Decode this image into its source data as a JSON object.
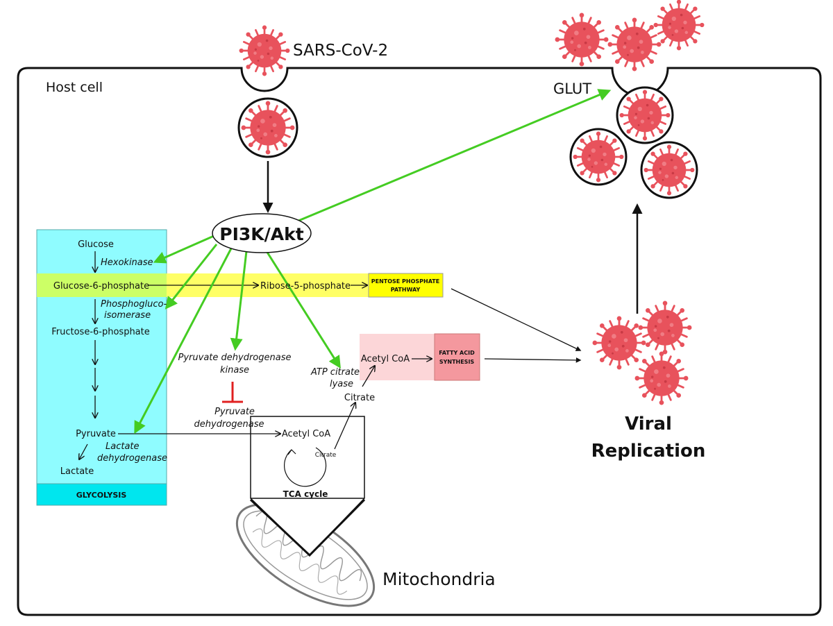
{
  "labels": {
    "sars": "SARS-CoV-2",
    "host_cell": "Host cell",
    "glut": "GLUT",
    "pi3k": "PI3K/Akt",
    "viral1": "Viral",
    "viral2": "Replication",
    "mitochondria": "Mitochondria",
    "glucose": "Glucose",
    "hexokinase": "Hexokinase",
    "g6p": "Glucose-6-phosphate",
    "r5p": "Ribose-5-phosphate",
    "ppp1": "PENTOSE PHOSPHATE",
    "ppp2": "PATHWAY",
    "pgi1": "Phosphogluco-",
    "pgi2": "isomerase",
    "f6p": "Fructose-6-phosphate",
    "pdk1": "Pyruvate dehydrogenase",
    "pdk2": "kinase",
    "pdh1": "Pyruvate",
    "pdh2": "dehydrogenase",
    "pyruvate": "Pyruvate",
    "ldh1": "Lactate",
    "ldh2": "dehydrogenase",
    "lactate": "Lactate",
    "glycolysis": "GLYCOLYSIS",
    "acetyl_coa_mito": "Acetyl CoA",
    "citrate_small": "Citrate",
    "tca": "TCA cycle",
    "citrate": "Citrate",
    "acl1": "ATP citrate",
    "acl2": "lyase",
    "acetyl_coa": "Acetyl CoA",
    "fas1": "FATTY ACID",
    "fas2": "SYNTHESIS"
  },
  "colors": {
    "virus": "#e8525c",
    "green_arrow": "#44cc22",
    "inhibit": "#e02020",
    "glycolysis_box": "#8ffcff",
    "glycolysis_header": "#00e6ee",
    "ppp_band": "#ffff66",
    "ppp_box": "#ffff00",
    "g6p_overlap": "#ccff66",
    "fa_band": "#fcd6d8",
    "fa_box": "#f4989e"
  },
  "icons": [
    "virus-icon",
    "mitochondria-icon",
    "tca-cycle-icon"
  ]
}
